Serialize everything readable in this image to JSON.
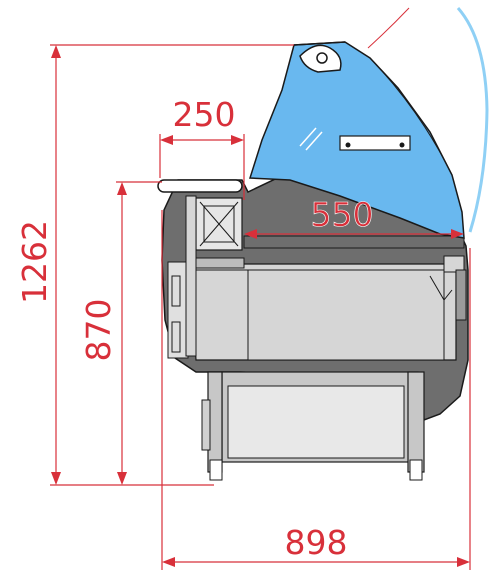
{
  "dimensions": {
    "total_height": "1262",
    "counter_height": "870",
    "top_shelf_depth": "250",
    "display_depth": "550",
    "total_depth": "898"
  },
  "colors": {
    "dimension": "#d8303a",
    "glass": "#69b8ef",
    "glass_edge": "#8fd0f5",
    "body_dark": "#6e6e6e",
    "body_light": "#d6d6d6",
    "panel": "#e8e8e8",
    "base": "#c7c7c7",
    "outline": "#1a1a1a"
  }
}
